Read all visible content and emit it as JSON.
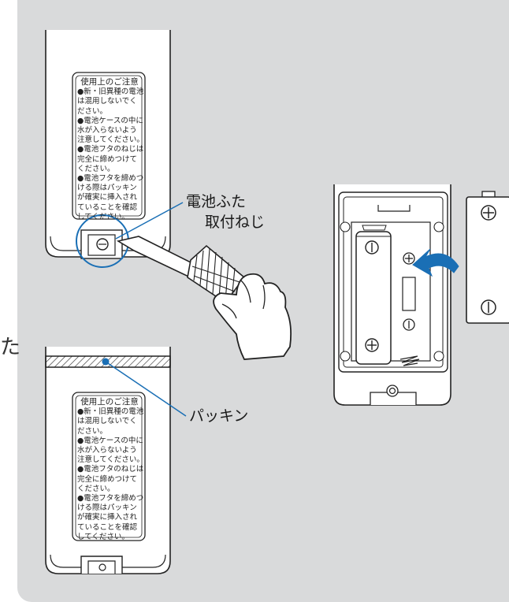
{
  "callouts": {
    "battery_cover_screw_line1": "電池ふた",
    "battery_cover_screw_line2": "取付ねじ",
    "packing": "パッキン"
  },
  "notice_label": {
    "title": "使用上のご注意",
    "lines": [
      "●新・旧異種の電池",
      "は混用しないでく",
      "ださい。",
      "●電池ケースの中に",
      "水が入らないよう",
      "注意してください。",
      "●電池フタのねじは",
      "完全に締めつけて",
      "ください。",
      "●電池フタを締めつ",
      "ける際はパッキン",
      "が確実に挿入され",
      "ていることを確認",
      "してください。"
    ]
  },
  "edge_text": "た",
  "colors": {
    "panel_bg": "#d9dadb",
    "callout_line": "#1a6fb5",
    "outline": "#222222",
    "part_fill": "#ffffff"
  },
  "icons": {
    "plus": "plus-circle-icon",
    "minus": "minus-circle-icon",
    "arrow": "insert-arrow-icon"
  }
}
